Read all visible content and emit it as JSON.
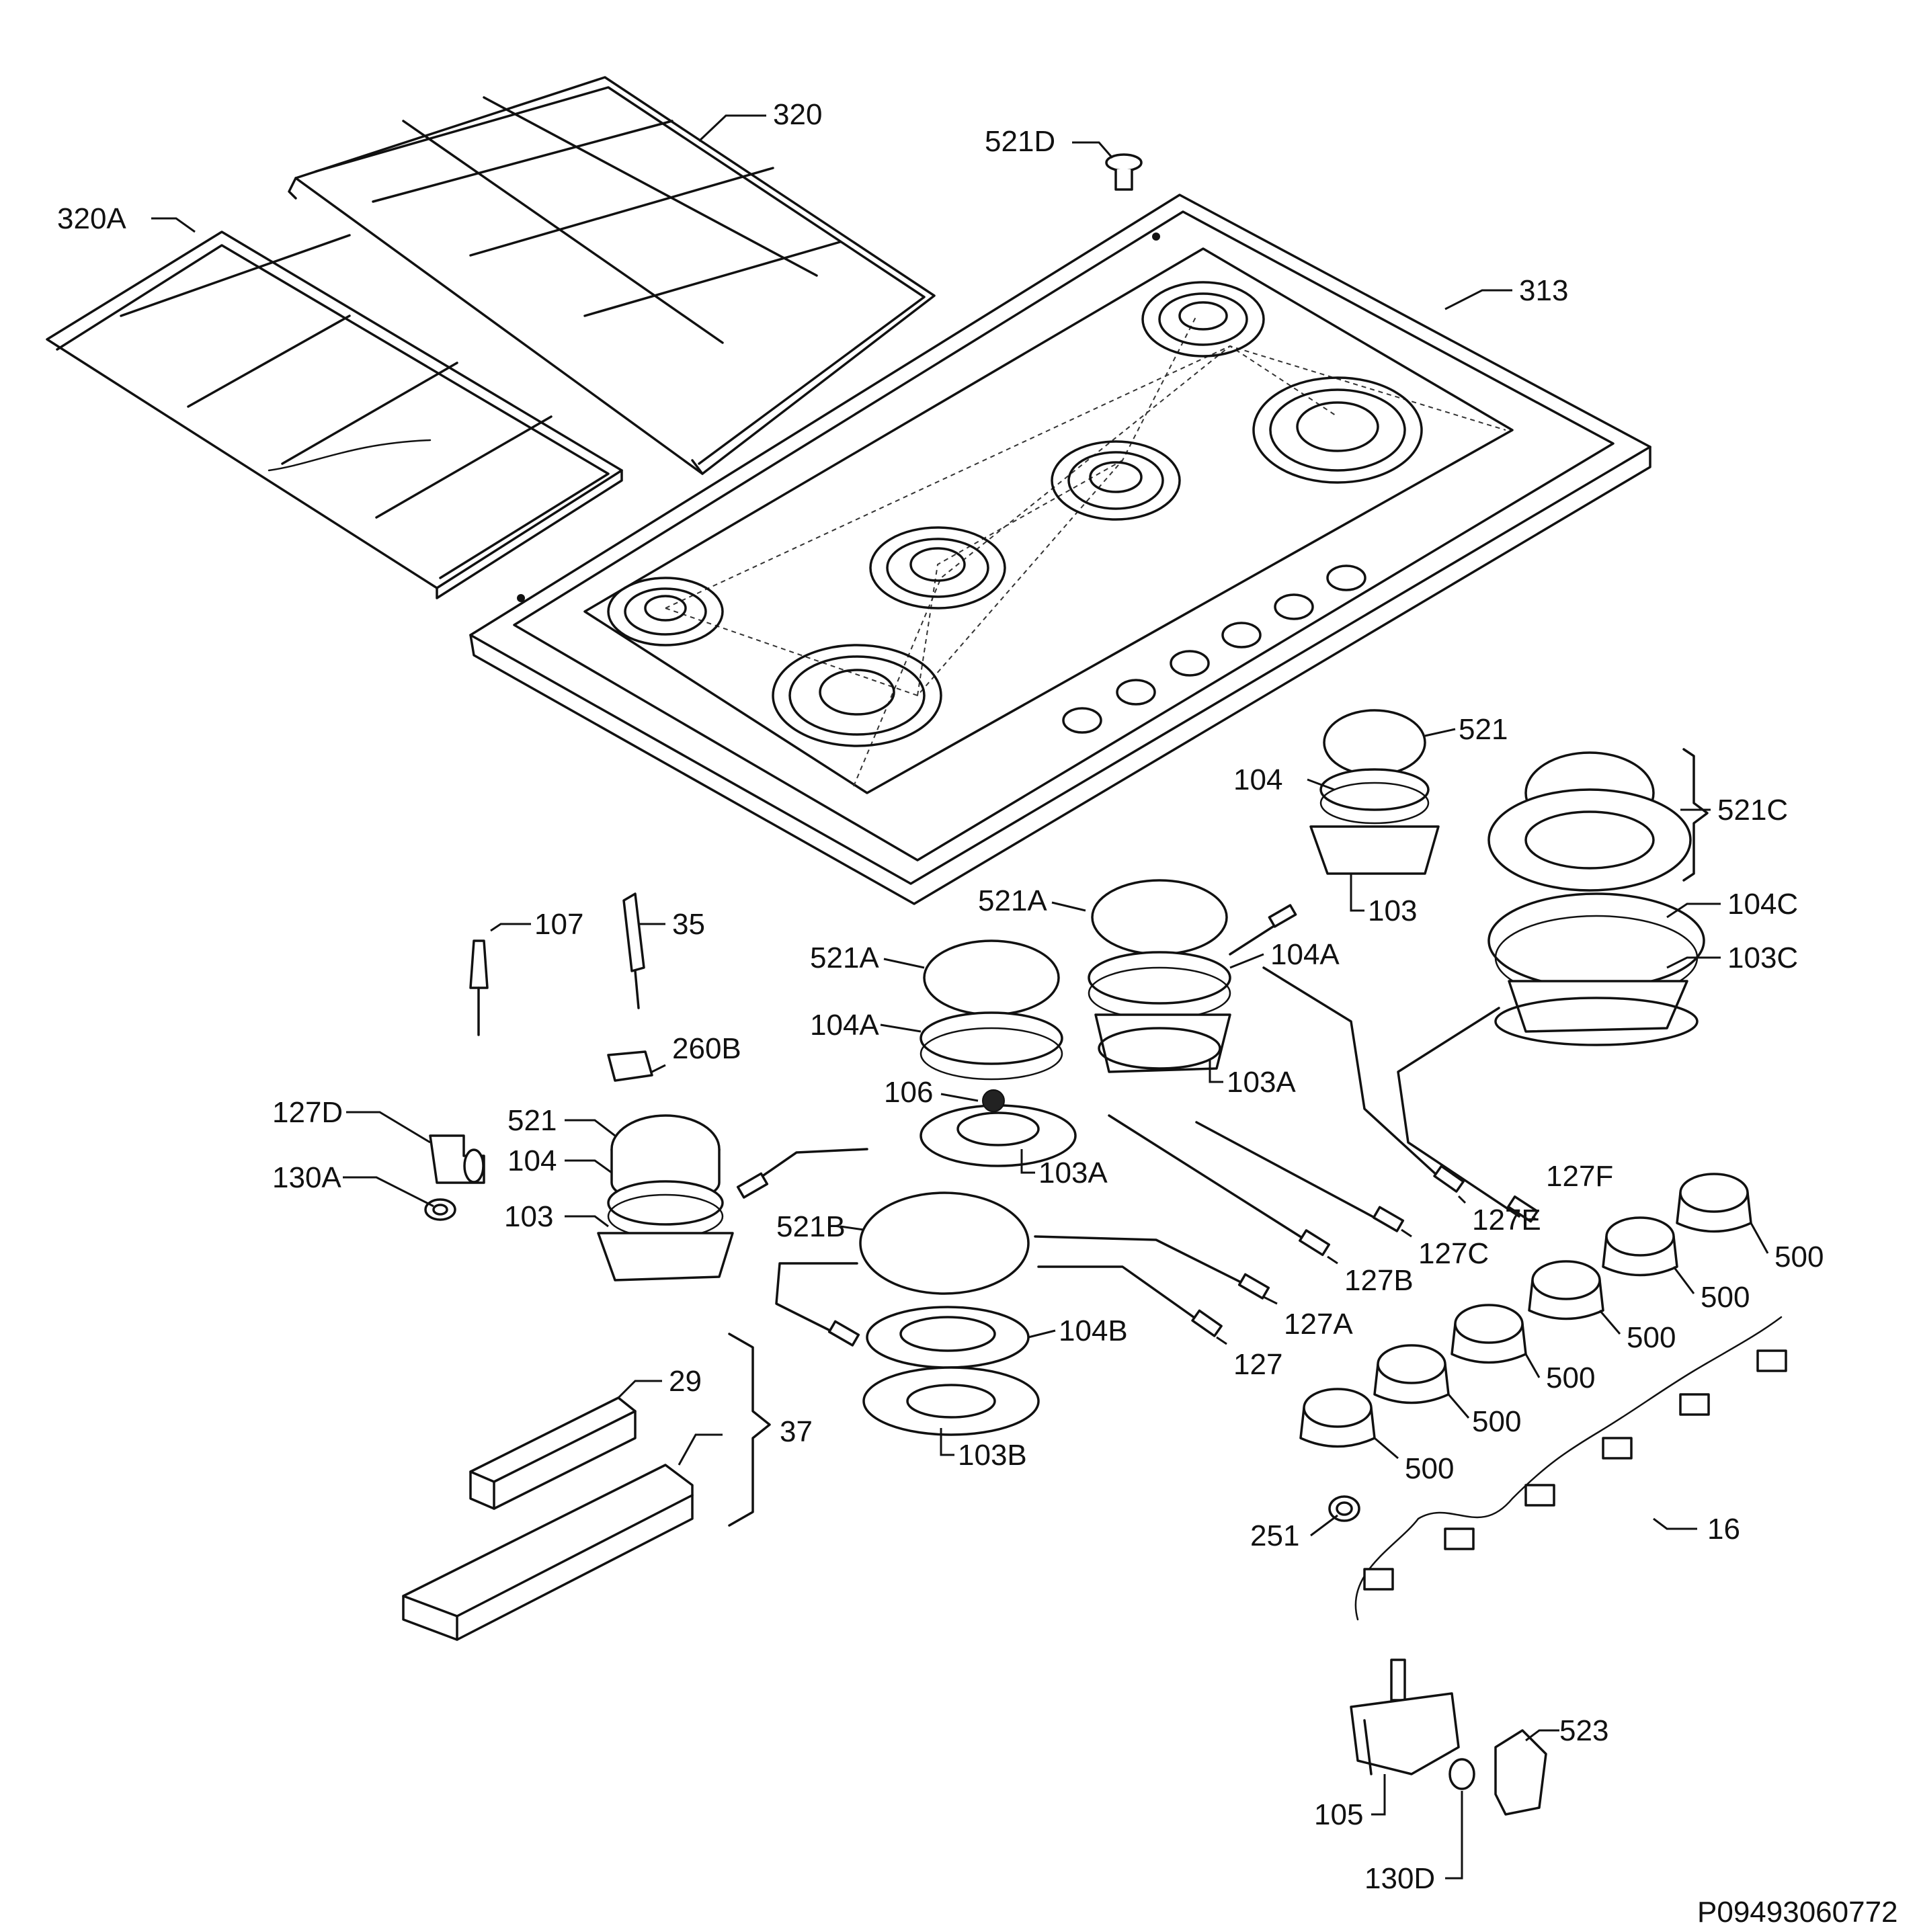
{
  "document_code": "P09493060772",
  "labels": {
    "l_320": "320",
    "l_521D": "521D",
    "l_320A": "320A",
    "l_313": "313",
    "l_521_top": "521",
    "l_104_top": "104",
    "l_521C": "521C",
    "l_103_top": "103",
    "l_104C": "104C",
    "l_103C": "103C",
    "l_521A_right": "521A",
    "l_104A_right": "104A",
    "l_103A_right": "103A",
    "l_107": "107",
    "l_35": "35",
    "l_521A_left": "521A",
    "l_104A_left": "104A",
    "l_260B": "260B",
    "l_106": "106",
    "l_103A_left": "103A",
    "l_127D": "127D",
    "l_130A": "130A",
    "l_521_left": "521",
    "l_104_left": "104",
    "l_103_left": "103",
    "l_127F": "127F",
    "l_127E": "127E",
    "l_127C": "127C",
    "l_127B": "127B",
    "l_127A": "127A",
    "l_127": "127",
    "l_521B": "521B",
    "l_104B": "104B",
    "l_103B": "103B",
    "l_29": "29",
    "l_37": "37",
    "l_500_1": "500",
    "l_500_2": "500",
    "l_500_3": "500",
    "l_500_4": "500",
    "l_500_5": "500",
    "l_500_6": "500",
    "l_251": "251",
    "l_16": "16",
    "l_523": "523",
    "l_105": "105",
    "l_130D": "130D"
  }
}
